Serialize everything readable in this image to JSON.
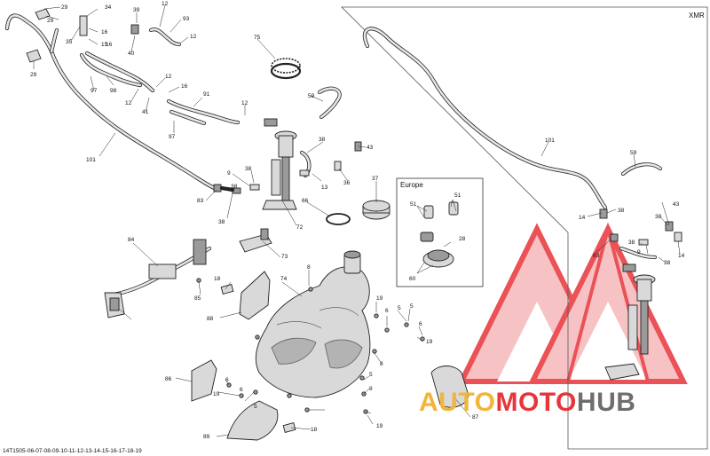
{
  "diagram": {
    "drawing_code": "14T1505-06-07-08-09-10-11-12-13-14-15-16-17-18-19",
    "inset_xmr": {
      "title": "XMR"
    },
    "inset_europe": {
      "title": "Europe"
    },
    "watermark": {
      "brand_part1": "AUTO",
      "brand_part2": "MOTO",
      "brand_part3": "HUB",
      "color_primary": "#e8353a",
      "color_secondary": "#f2b53a",
      "color_dark": "#6e6e6e"
    },
    "callouts": [
      "29",
      "29",
      "29",
      "34",
      "16",
      "35",
      "15",
      "16",
      "39",
      "40",
      "12",
      "93",
      "12",
      "97",
      "98",
      "12",
      "41",
      "12",
      "16",
      "91",
      "97",
      "75",
      "59",
      "12",
      "101",
      "38",
      "43",
      "38",
      "13",
      "36",
      "37",
      "9",
      "38",
      "83",
      "38",
      "66",
      "72",
      "84",
      "73",
      "18",
      "8",
      "74",
      "85",
      "88",
      "19",
      "6",
      "5",
      "5",
      "6",
      "19",
      "8",
      "86",
      "6",
      "19",
      "6",
      "5",
      "5",
      "8",
      "19",
      "89",
      "18",
      "87",
      "51",
      "51",
      "28",
      "60",
      "101",
      "59",
      "14",
      "38",
      "43",
      "38",
      "83",
      "9",
      "38",
      "14",
      "38"
    ]
  }
}
